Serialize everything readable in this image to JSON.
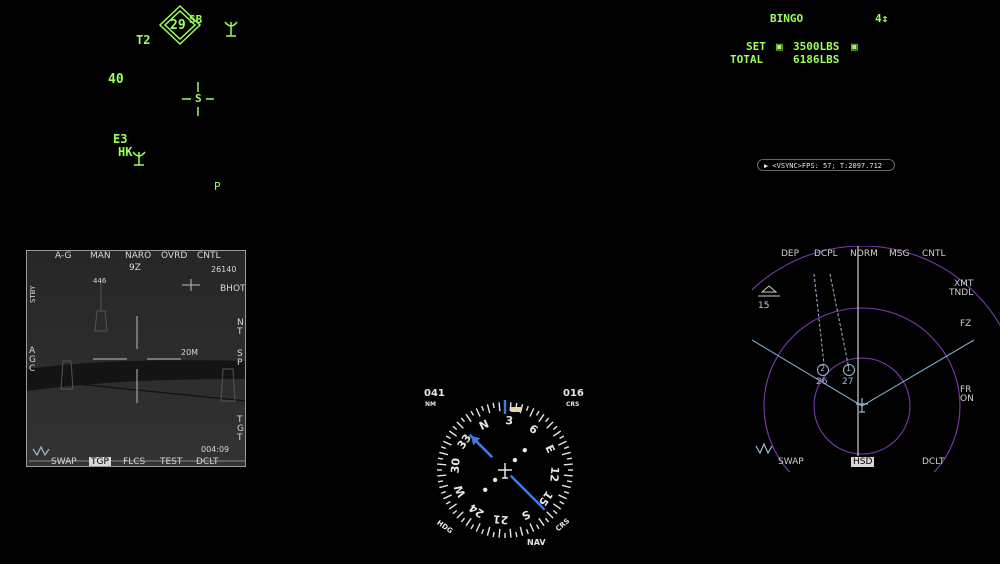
{
  "hud": {
    "waypoint_diamond": "29",
    "waypoint_tag": "SB",
    "target_label": "T2",
    "speed_value": "40",
    "steer_label": "S",
    "station_code": "E3",
    "station_tag": "HK",
    "mode_letter": "P"
  },
  "fuel": {
    "bingo_label": "BINGO",
    "bingo_arrows": "4↕",
    "set_label": "SET",
    "set_value": "3500LBS",
    "total_label": "TOTAL",
    "total_value": "6186LBS"
  },
  "fps_bar": {
    "text": "▶ <VSYNC>FPS: 57; T:2097.712"
  },
  "left_ddi": {
    "top_osb": [
      "A-G",
      "MAN",
      "NARO",
      "OVRD",
      "CNTL"
    ],
    "bottom_osb": [
      "SWAP",
      "TGP",
      "FLCS",
      "TEST",
      "DCLT"
    ],
    "selected_bottom": "TGP",
    "top_right_value": "26140",
    "bhot": "BHOT",
    "right_osb_1": "NT",
    "right_osb_2": "SP",
    "right_osb_3": "TGT",
    "left_osb_1": "AGC",
    "left_osb_vert": "STBY",
    "range_value": "446",
    "fov_value": "9Z",
    "zoom_label": "20M",
    "time_value": "004:09"
  },
  "hsi": {
    "distance_value": "041",
    "distance_unit": "NM",
    "course_value": "016",
    "course_unit": "CRS",
    "hdg_label": "HDG",
    "nav_label": "NAV",
    "crs_label": "CRS",
    "heading_deg": 25,
    "course_deg": 160,
    "bearing_deg": 340,
    "cardinal_labels": [
      "N",
      "3",
      "6",
      "E",
      "12",
      "15",
      "S",
      "21",
      "24",
      "W",
      "30",
      "33"
    ]
  },
  "right_ddi": {
    "top_osb": [
      "DEP",
      "DCPL",
      "NORM",
      "MSG",
      "CNTL"
    ],
    "right_osb": [
      "XMT",
      "TNDL",
      "FZ",
      "FR",
      "ON"
    ],
    "bottom_osb": [
      "SWAP",
      "HSD",
      "DCLT"
    ],
    "selected_bottom": "HSD",
    "scale_value": "15",
    "track_1_id": "2",
    "track_1_alt": "26",
    "track_2_id": "1",
    "track_2_alt": "27"
  },
  "colors": {
    "hud_green": "#9cff5a",
    "hsi_blue": "#3b7be0",
    "hsd_purple": "#7a3bb0",
    "hsd_cyan": "#7fa9c8"
  }
}
